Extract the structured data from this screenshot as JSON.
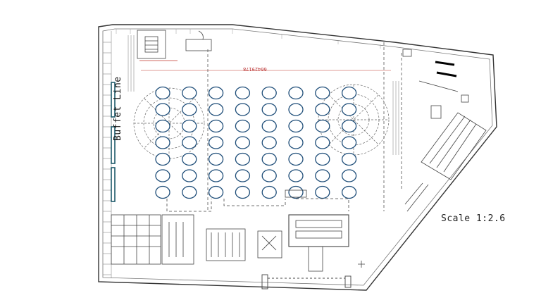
{
  "labels": {
    "buffet_line": "Buffet Line",
    "scale": "Scale 1:2.6",
    "dimension": "66429178"
  },
  "colors": {
    "line": "#333333",
    "light_line": "#9a9a9a",
    "table": "#1f4e79",
    "buffet": "#1e5a6b",
    "accent": "#c0392b"
  },
  "tables": {
    "columns": 8,
    "rows": 7,
    "count": 56
  }
}
